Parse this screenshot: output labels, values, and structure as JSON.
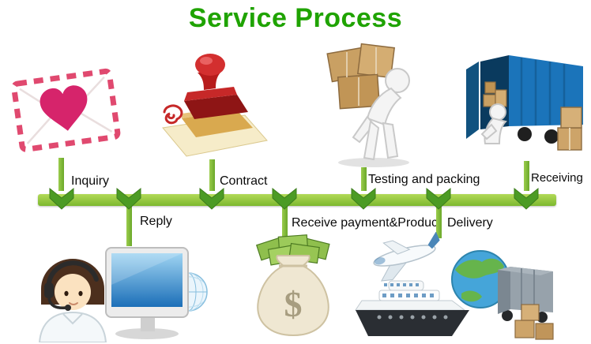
{
  "title": "Service Process",
  "colors": {
    "title": "#1fa300",
    "timeline_bar": "#8cc63e",
    "arrow": "#4c9b24",
    "label_text": "#0a0a0a"
  },
  "steps": [
    {
      "label": "Inquiry",
      "side": "top",
      "icon": "envelope-heart-icon"
    },
    {
      "label": "Reply",
      "side": "bottom",
      "icon": "support-agent-icon"
    },
    {
      "label": "Contract",
      "side": "top",
      "icon": "rubber-stamp-icon"
    },
    {
      "label": "Receive payment&Product",
      "side": "bottom",
      "icon": "money-bag-icon"
    },
    {
      "label": "Testing and packing",
      "side": "top",
      "icon": "worker-carrying-boxes-icon"
    },
    {
      "label": "Delivery",
      "side": "bottom",
      "icon": "global-shipping-icon"
    },
    {
      "label": "Receiving",
      "side": "top",
      "icon": "truck-unloading-icon"
    }
  ]
}
